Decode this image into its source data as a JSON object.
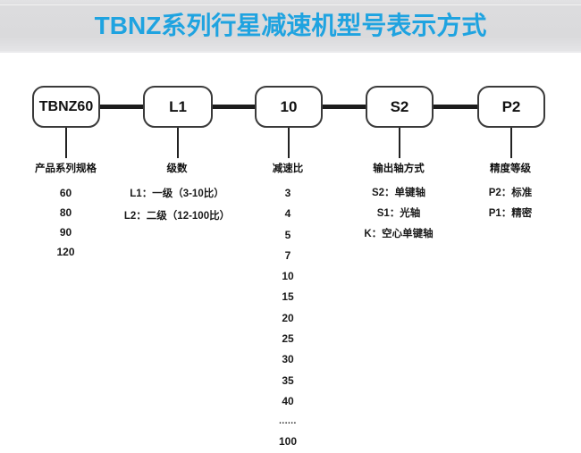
{
  "header": {
    "title": "TBNZ系列行星减速机型号表示方式",
    "title_color": "#1fa3e0",
    "band_color": "#dcdcde"
  },
  "model_boxes": [
    {
      "label": "TBNZ60"
    },
    {
      "label": "L1"
    },
    {
      "label": "10"
    },
    {
      "label": "S2"
    },
    {
      "label": "P2"
    }
  ],
  "columns": [
    {
      "head": "产品系列规格",
      "items": [
        "60",
        "80",
        "90",
        "120"
      ]
    },
    {
      "head": "级数",
      "items": [
        "L1：一级（3-10比）",
        "L2：二级（12-100比）"
      ]
    },
    {
      "head": "减速比",
      "items": [
        "3",
        "4",
        "5",
        "7",
        "10",
        "15",
        "20",
        "25",
        "30",
        "35",
        "40",
        "......",
        "100"
      ]
    },
    {
      "head": "输出轴方式",
      "items": [
        "S2：单键轴",
        "S1：光轴",
        "K：空心单键轴"
      ]
    },
    {
      "head": "精度等级",
      "items": [
        "P2：标准",
        "P1：精密"
      ]
    }
  ]
}
